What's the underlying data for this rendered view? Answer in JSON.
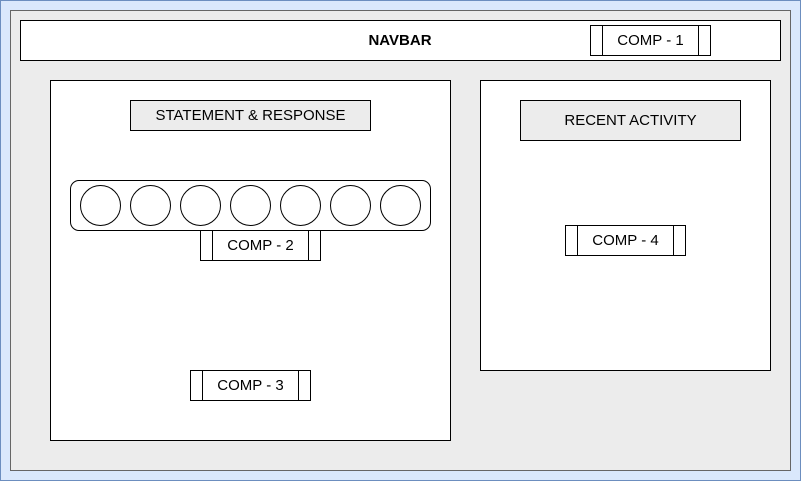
{
  "navbar": {
    "title": "NAVBAR",
    "component_label": "COMP - 1"
  },
  "statement_panel": {
    "heading": "STATEMENT & RESPONSE",
    "rating_options_count": 7,
    "component_2_label": "COMP - 2",
    "component_3_label": "COMP - 3"
  },
  "activity_panel": {
    "heading": "RECENT ACTIVITY",
    "component_4_label": "COMP - 4"
  }
}
